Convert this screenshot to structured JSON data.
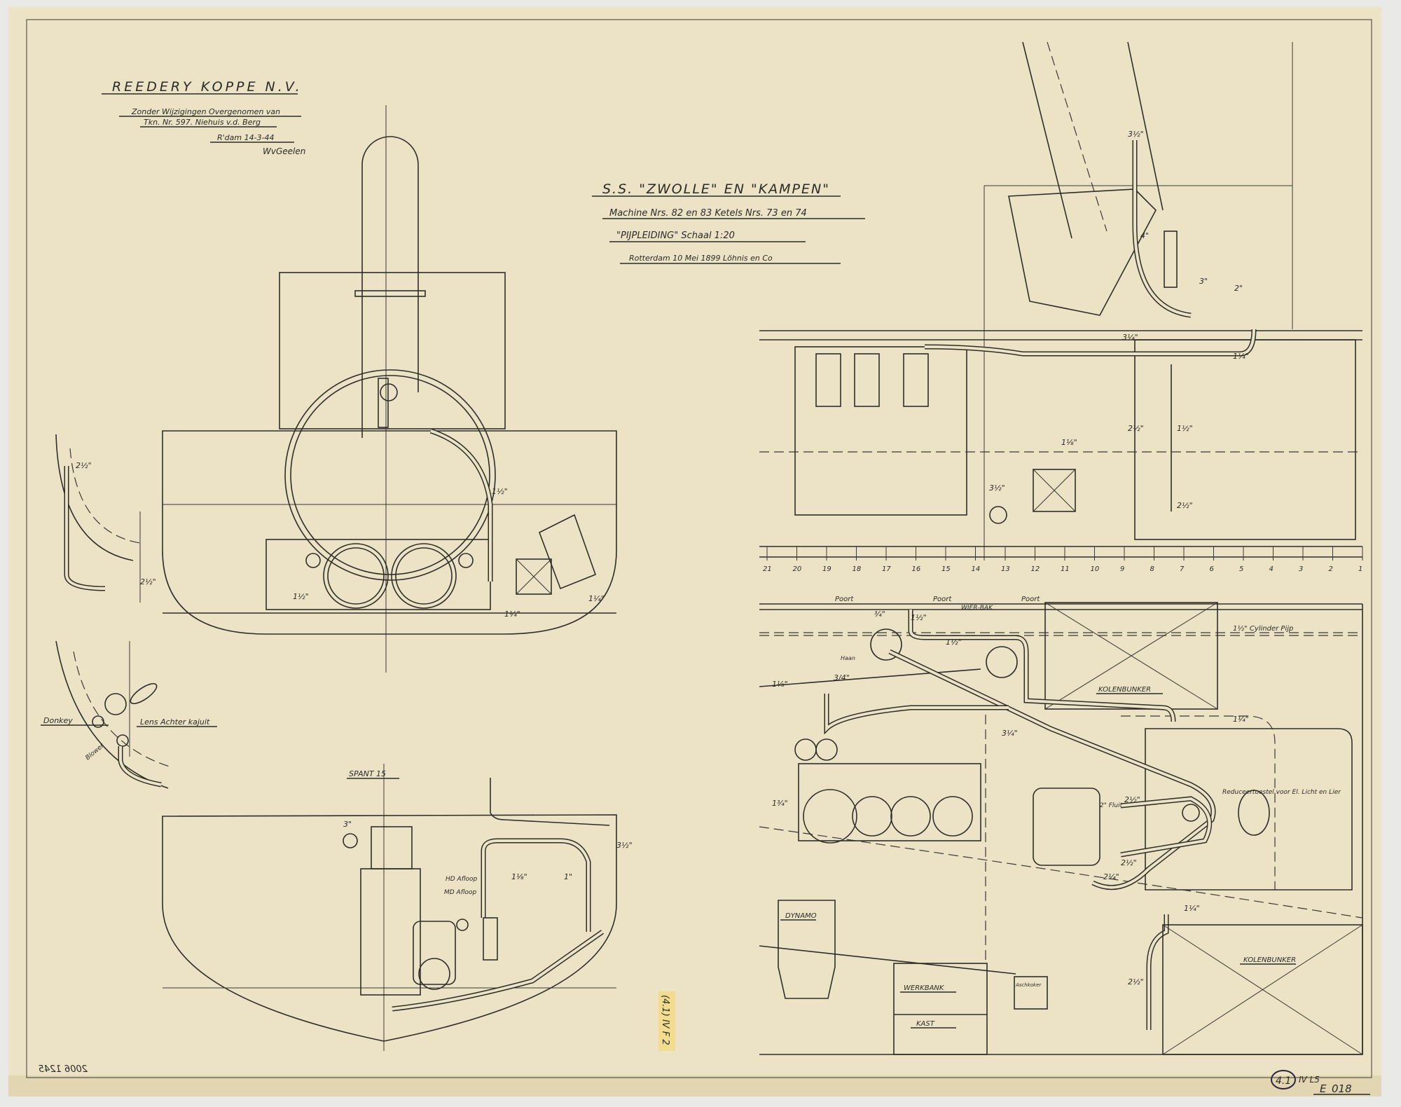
{
  "title_block": {
    "owner": "REEDERY KOPPE N.V.",
    "note_line1": "Zonder Wijzigingen Overgenomen van",
    "note_line2": "Tkn. Nr. 597. Niehuis v.d. Berg",
    "date": "R'dam 14-3-44",
    "signature": "WvGeelen"
  },
  "drawing_title": {
    "ship": "S.S. \"ZWOLLE\" EN \"KAMPEN\"",
    "machines": "Machine Nrs. 82 en 83   Ketels Nrs. 73 en 74",
    "subject": "\"PIJPLEIDING\"  Schaal 1:20",
    "origin": "Rotterdam 10 Mei 1899  Löhnis en Co"
  },
  "frame_numbers": [
    "21",
    "20",
    "19",
    "18",
    "17",
    "16",
    "15",
    "14",
    "13",
    "12",
    "11",
    "10",
    "9",
    "8",
    "7",
    "6",
    "5",
    "4",
    "3",
    "2",
    "1"
  ],
  "labels": {
    "spant": "SPANT 15",
    "hd_afloop": "HD Afloop",
    "md_afloop": "MD Afloop",
    "donkey": "Donkey",
    "lens": "Lens Achter kajuit",
    "blower": "Blower",
    "poort": [
      "Poort",
      "Poort",
      "Poort"
    ],
    "wierbak": "WIER-BAK",
    "cylinder_pijp": "1½\" Cylinder Pijp",
    "kolenbunker_1": "KOLENBUNKER",
    "kolenbunker_2": "KOLENBUNKER",
    "reduceer": "Reduceertoestel voor El. Licht en Lier",
    "fluit": "2\" Fluit",
    "dynamo": "DYNAMO",
    "werkbank": "WERKBANK",
    "kast": "KAST",
    "aschkoker": "Aschkoker",
    "haan": "Haan"
  },
  "pipe_sizes": [
    "3½\"",
    "4\"",
    "3\"",
    "2\"",
    "1½\"",
    "1¼\"",
    "2½\"",
    "3¼\"",
    "1\"",
    "¾\"",
    "1¾\"",
    "2¼\"",
    "1⅛\"",
    "3/4\"",
    "3½\"",
    "1½\"",
    "1¼\"",
    "1½\"",
    "2\"",
    "1¼\""
  ],
  "archive_marks": {
    "tag": "(4.1) IV F 2",
    "stamp_circle": "4.1",
    "stamp_code": "IV L5",
    "stamp_number": "E_018",
    "pencil_number": "2006 1245"
  },
  "colors": {
    "paper": "#ece3c6",
    "ink": "#2f2d28",
    "tag": "#f1dc8f"
  }
}
